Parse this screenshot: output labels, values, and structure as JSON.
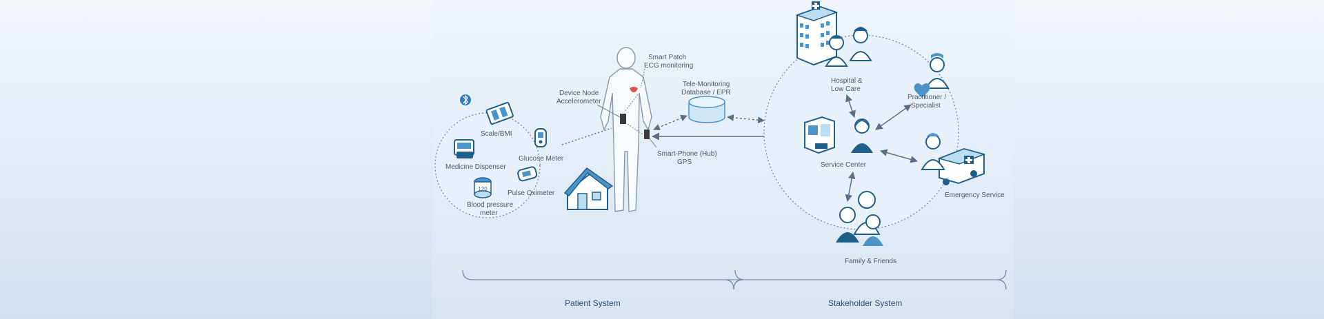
{
  "labels": {
    "smart_patch_line1": "Smart Patch",
    "smart_patch_line2": "ECG monitoring",
    "device_node_line1": "Device Node",
    "device_node_line2": "Accelerometer",
    "tele_line1": "Tele-Monitoring",
    "tele_line2": "Database / EPR",
    "smartphone_line1": "Smart-Phone (Hub)",
    "smartphone_line2": "GPS",
    "scale": "Scale/BMI",
    "glucose": "Glucose Meter",
    "medicine": "Medicine Dispenser",
    "pulse": "Pulse Oximeter",
    "bp_line1": "Blood pressure",
    "bp_line2": "meter",
    "hospital_line1": "Hospital &",
    "hospital_line2": "Low Care",
    "practitioner_line1": "Practitioner /",
    "practitioner_line2": "Specialist",
    "service_center": "Service Center",
    "emergency": "Emergency Service",
    "family": "Family & Friends",
    "patient_system": "Patient System",
    "stakeholder_system": "Stakeholder System"
  },
  "colors": {
    "dark_blue": "#1f5f8b",
    "mid_blue": "#4b93c8",
    "light_blue": "#bcdcf0",
    "line": "#5c6f82",
    "accent_red": "#d9534f"
  },
  "icons": [
    "bluetooth-icon",
    "scale-icon",
    "glucose-meter-icon",
    "medicine-dispenser-icon",
    "pulse-oximeter-icon",
    "blood-pressure-icon",
    "house-icon",
    "person-silhouette-icon",
    "database-icon",
    "hospital-icon",
    "doctor-icon",
    "nurse-icon",
    "practitioner-icon",
    "heart-icon",
    "service-center-icon",
    "ambulance-icon",
    "family-icon"
  ]
}
